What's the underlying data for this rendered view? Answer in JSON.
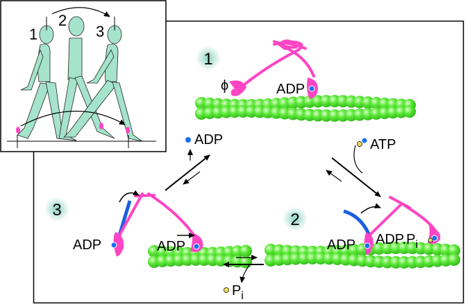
{
  "inset": {
    "step_labels": [
      "1",
      "2",
      "3"
    ]
  },
  "states": [
    {
      "number": "1",
      "labels": {
        "phi": "ϕ",
        "adp": "ADP"
      }
    },
    {
      "number": "2",
      "labels": {
        "adp": "ADP",
        "adp_pi": "ADP.P",
        "pi_sub": "i"
      }
    },
    {
      "number": "3",
      "labels": {
        "adp_left": "ADP",
        "adp_right": "ADP"
      }
    }
  ],
  "transitions": {
    "adp_release": "ADP",
    "atp_binding": "ATP",
    "pi_release": "P",
    "pi_sub": "i"
  },
  "colors": {
    "motor": "#ff44c4",
    "lever": "#1a5fe0",
    "actin": "#44dd22",
    "walker": "#a5e3cc",
    "adp_dot": "#1a6ff0",
    "pi_dot": "#f0e060",
    "state_badge": "#8fd3c0"
  }
}
